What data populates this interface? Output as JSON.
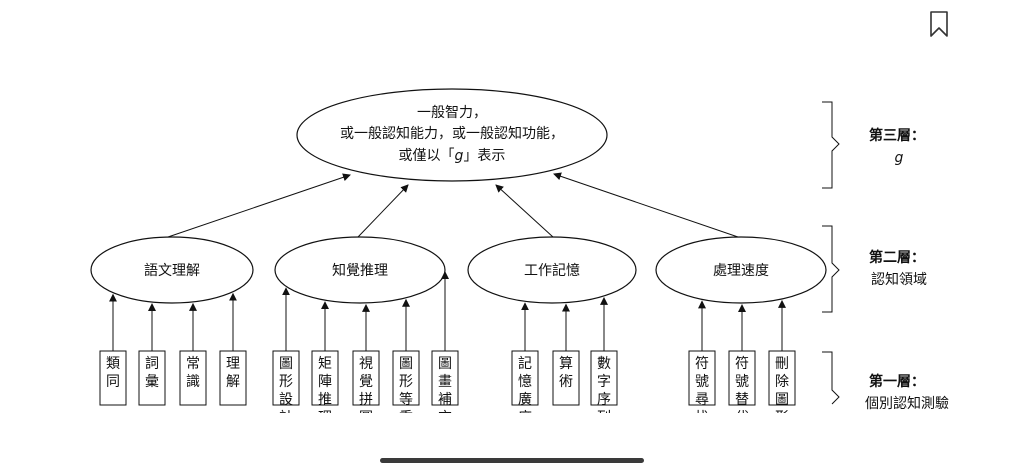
{
  "ui": {
    "bookmark_icon": "bookmark-icon"
  },
  "top_node": {
    "line1": "一般智力，",
    "line2": "或一般認知能力，或一般認知功能，",
    "line3_a": "或僅以「",
    "line3_g": "g",
    "line3_b": "」表示"
  },
  "middle_nodes": [
    "語文理解",
    "知覺推理",
    "工作記憶",
    "處理速度"
  ],
  "subtests": [
    [
      "類同",
      "詞彙",
      "常識",
      "理解"
    ],
    [
      "圖形設計",
      "矩陣推理",
      "視覺拼圖",
      "圖形等重",
      "圖畫補充"
    ],
    [
      "記憶廣度",
      "算術",
      "數字序列"
    ],
    [
      "符號尋找",
      "符號替代",
      "刪除圖形"
    ]
  ],
  "levels": {
    "third_title": "第三層：",
    "third_sub": "g",
    "second_title": "第二層：",
    "second_sub": "認知領域",
    "first_title": "第一層：",
    "first_sub": "個別認知測驗"
  }
}
